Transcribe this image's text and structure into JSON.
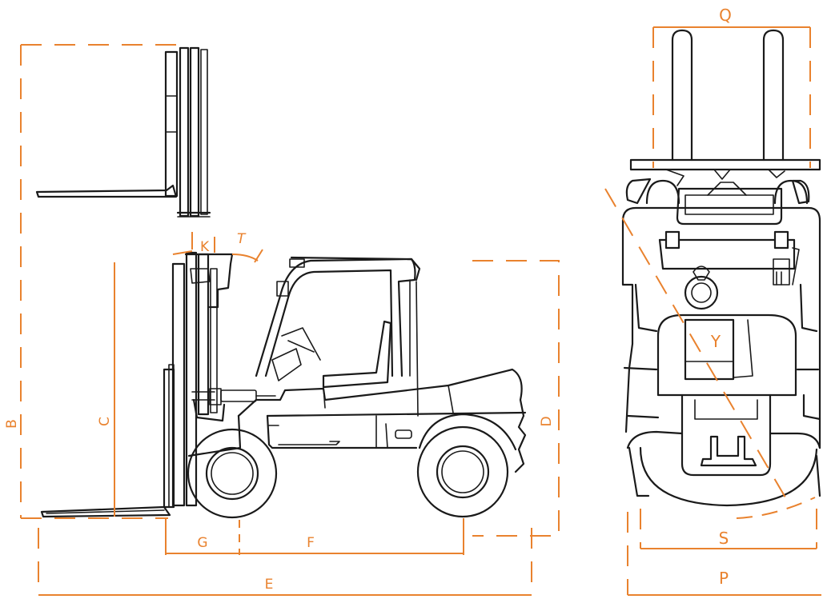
{
  "colors": {
    "accent": "#e9822e",
    "ink": "#1a1a1a",
    "background": "#ffffff"
  },
  "labels": {
    "B": "B",
    "C": "C",
    "D": "D",
    "E": "E",
    "F": "F",
    "G": "G",
    "K": "K",
    "T": "T",
    "Q": "Q",
    "Y": "Y",
    "S": "S",
    "P": "P"
  }
}
